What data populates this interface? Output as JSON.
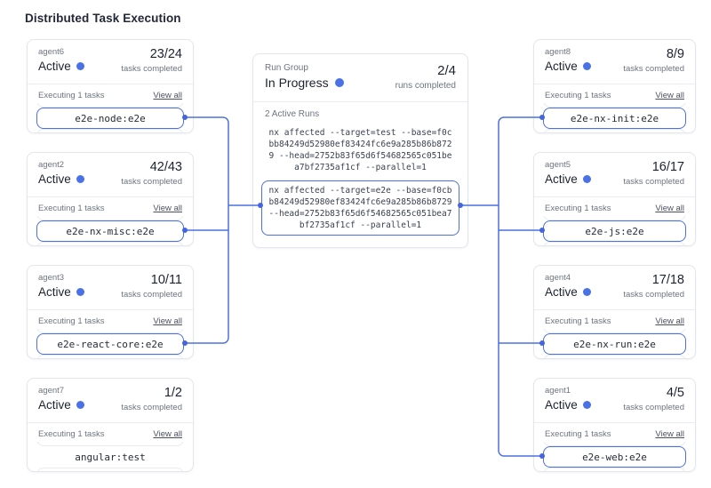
{
  "page": {
    "title": "Distributed Task Execution"
  },
  "colors": {
    "accent": "#4c70e0",
    "status_dot": "#4a72e6"
  },
  "labels": {
    "tasks_completed": "tasks completed",
    "executing": "Executing 1 tasks",
    "view_all": "View all",
    "runs_completed": "runs completed",
    "active_runs": "2 Active Runs"
  },
  "run_group": {
    "label": "Run Group",
    "status": "In Progress",
    "count": "2/4",
    "commands": [
      {
        "text": "nx affected --target=test --base=f0cbb84249d52980ef83424fc6e9a285b86b8729 --head=2752b83f65d6f54682565c051bea7bf2735af1cf --parallel=1",
        "highlighted": false
      },
      {
        "text": "nx affected --target=e2e --base=f0cbb84249d52980ef83424fc6e9a285b86b8729 --head=2752b83f65d6f54682565c051bea7bf2735af1cf --parallel=1",
        "highlighted": true
      }
    ]
  },
  "left_agents": [
    {
      "name": "agent6",
      "status": "Active",
      "count": "23/24",
      "task": "e2e-node:e2e",
      "connected": true
    },
    {
      "name": "agent2",
      "status": "Active",
      "count": "42/43",
      "task": "e2e-nx-misc:e2e",
      "connected": true
    },
    {
      "name": "agent3",
      "status": "Active",
      "count": "10/11",
      "task": "e2e-react-core:e2e",
      "connected": true
    },
    {
      "name": "agent7",
      "status": "Active",
      "count": "1/2",
      "task": "angular:test",
      "connected": false
    }
  ],
  "right_agents": [
    {
      "name": "agent8",
      "status": "Active",
      "count": "8/9",
      "task": "e2e-nx-init:e2e",
      "connected": true
    },
    {
      "name": "agent5",
      "status": "Active",
      "count": "16/17",
      "task": "e2e-js:e2e",
      "connected": true
    },
    {
      "name": "agent4",
      "status": "Active",
      "count": "17/18",
      "task": "e2e-nx-run:e2e",
      "connected": true
    },
    {
      "name": "agent1",
      "status": "Active",
      "count": "4/5",
      "task": "e2e-web:e2e",
      "connected": true
    }
  ]
}
